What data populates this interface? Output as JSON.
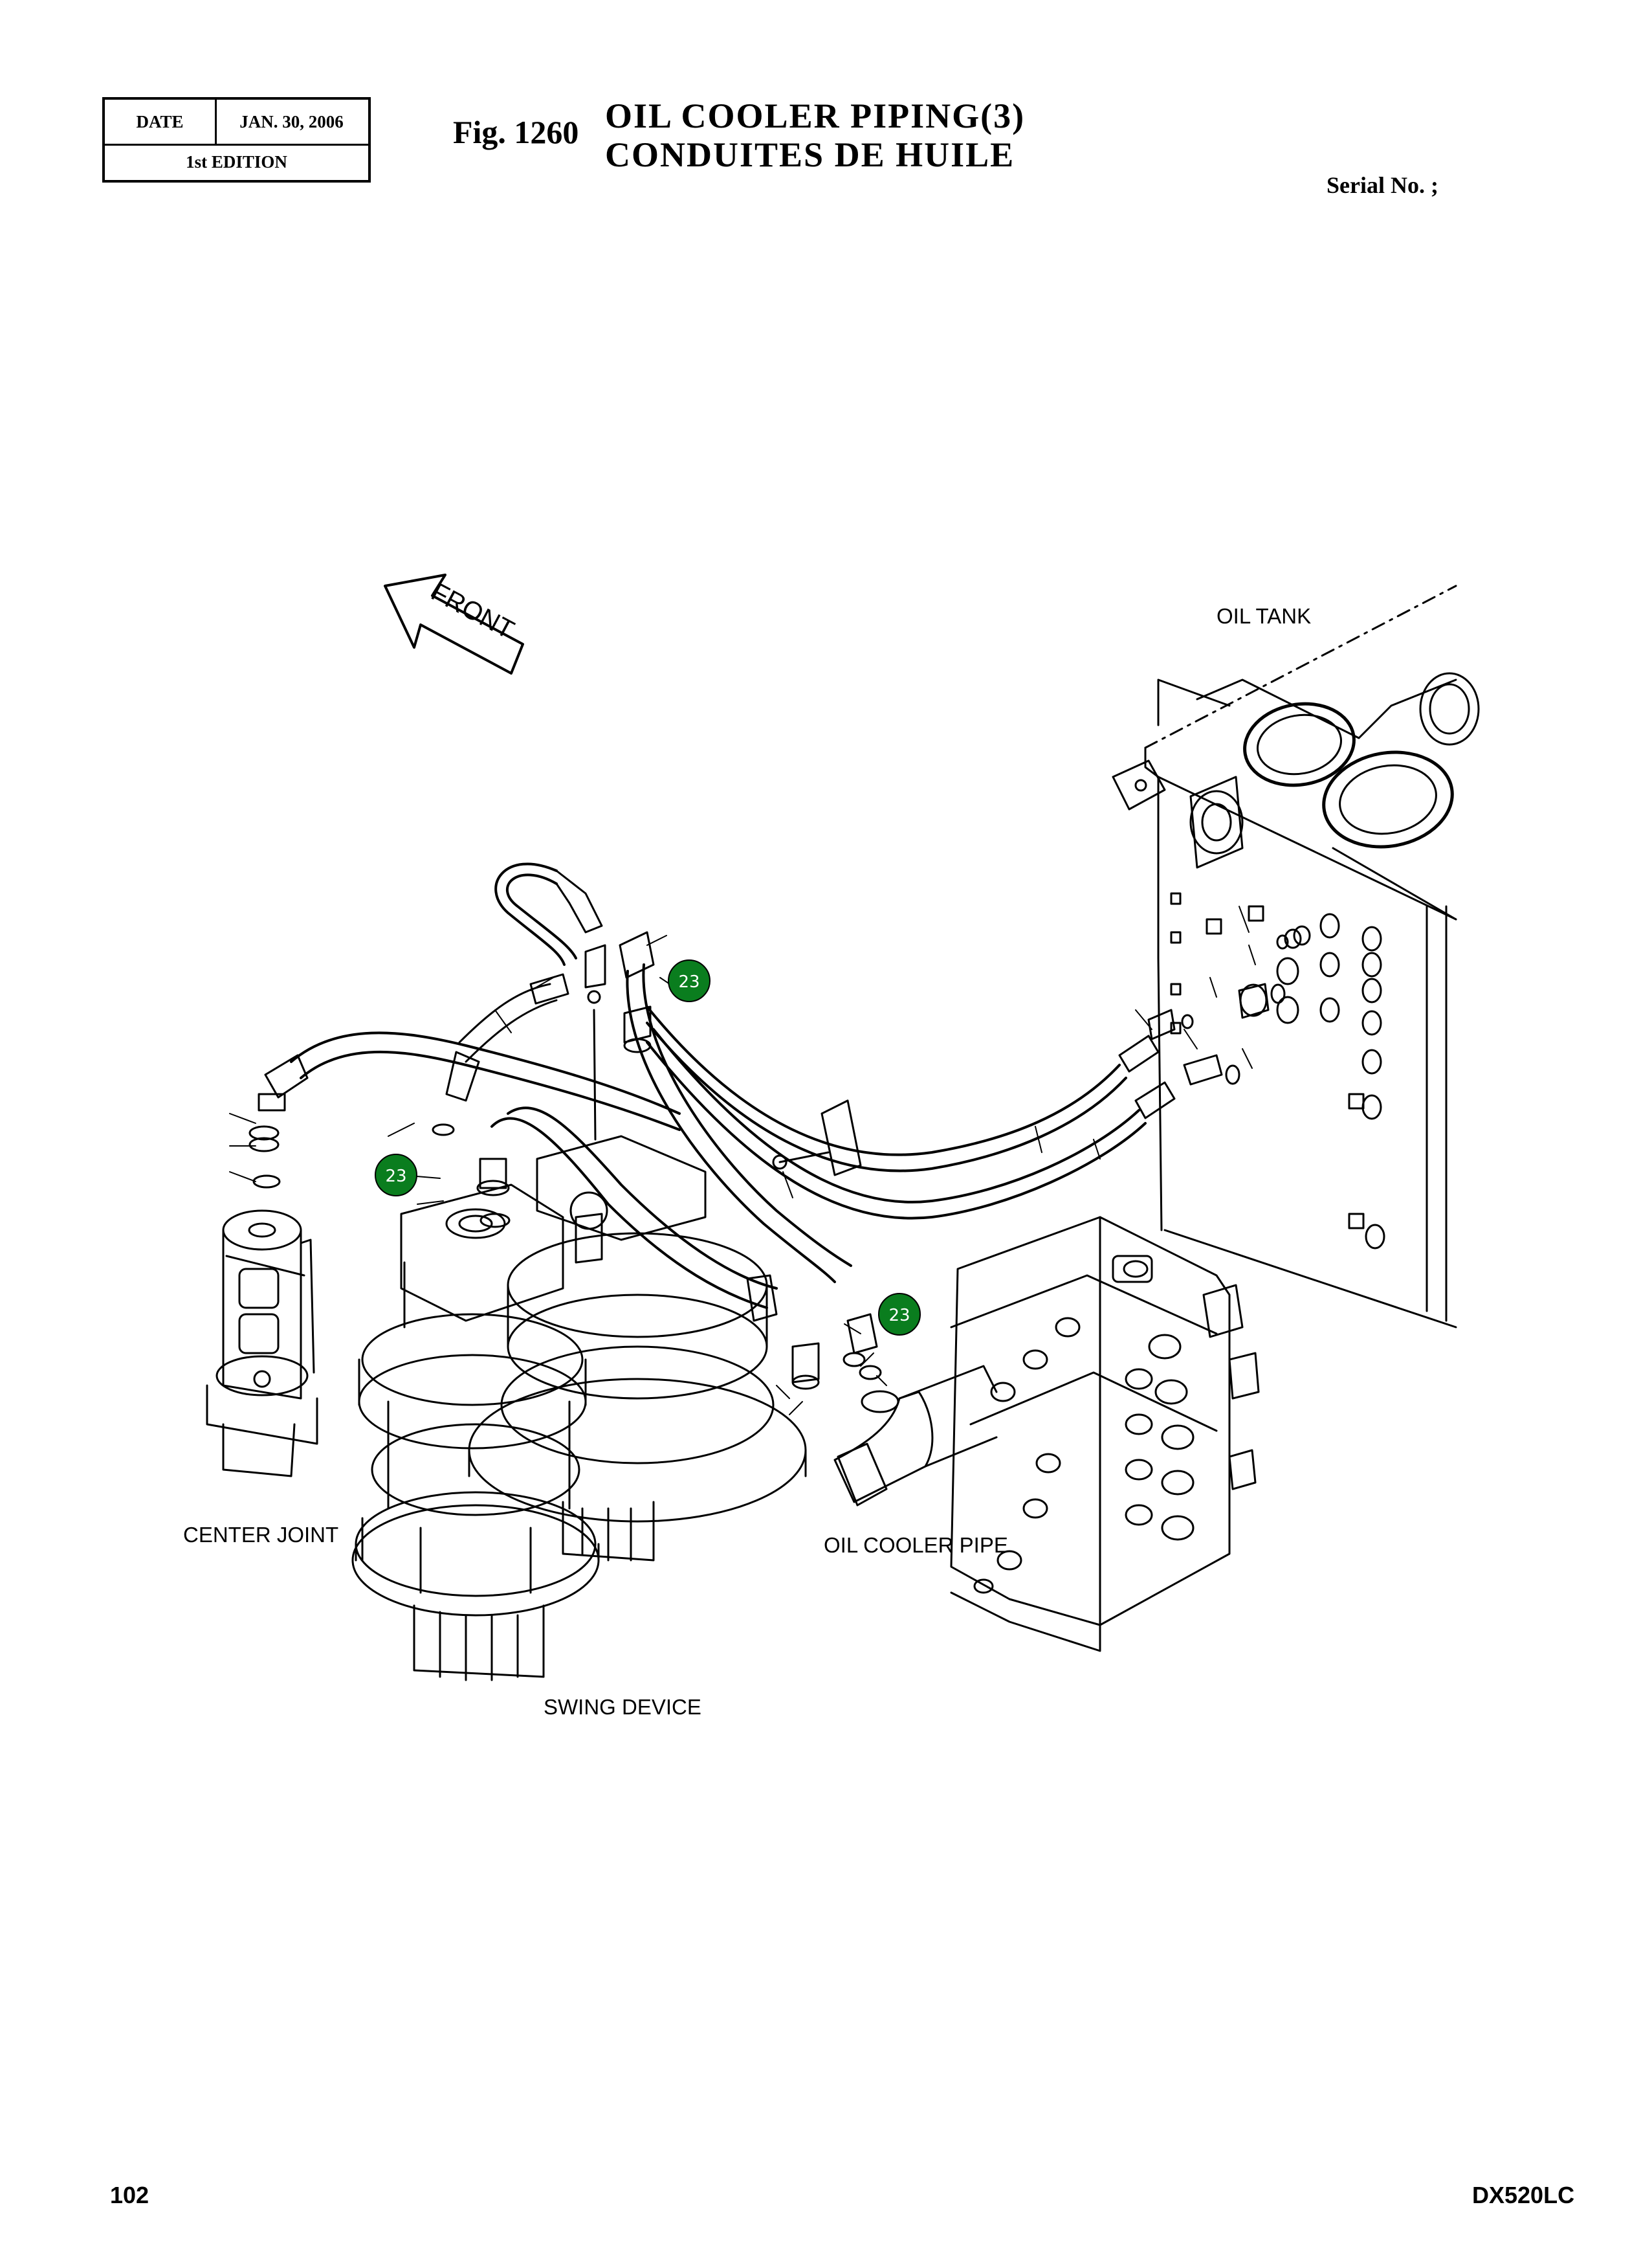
{
  "header": {
    "date_label": "DATE",
    "date_value": "JAN. 30, 2006",
    "edition": "1st EDITION"
  },
  "figure": {
    "number": "Fig. 1260",
    "title_line1": "OIL  COOLER  PIPING(3)",
    "title_line2": "CONDUITES  DE  HUILE",
    "serial": "Serial No. ;"
  },
  "labels": {
    "oil_tank": "OIL TANK",
    "front": "FRONT",
    "center_joint": "CENTER JOINT",
    "oil_cooler_pipe": "OIL COOLER PIPE",
    "swing_device": "SWING DEVICE"
  },
  "callouts": [
    "23",
    "23",
    "23"
  ],
  "colors": {
    "callout_fill": "#0a7d1e",
    "line": "#000000"
  },
  "footer": {
    "page_number": "102",
    "model": "DX520LC"
  }
}
